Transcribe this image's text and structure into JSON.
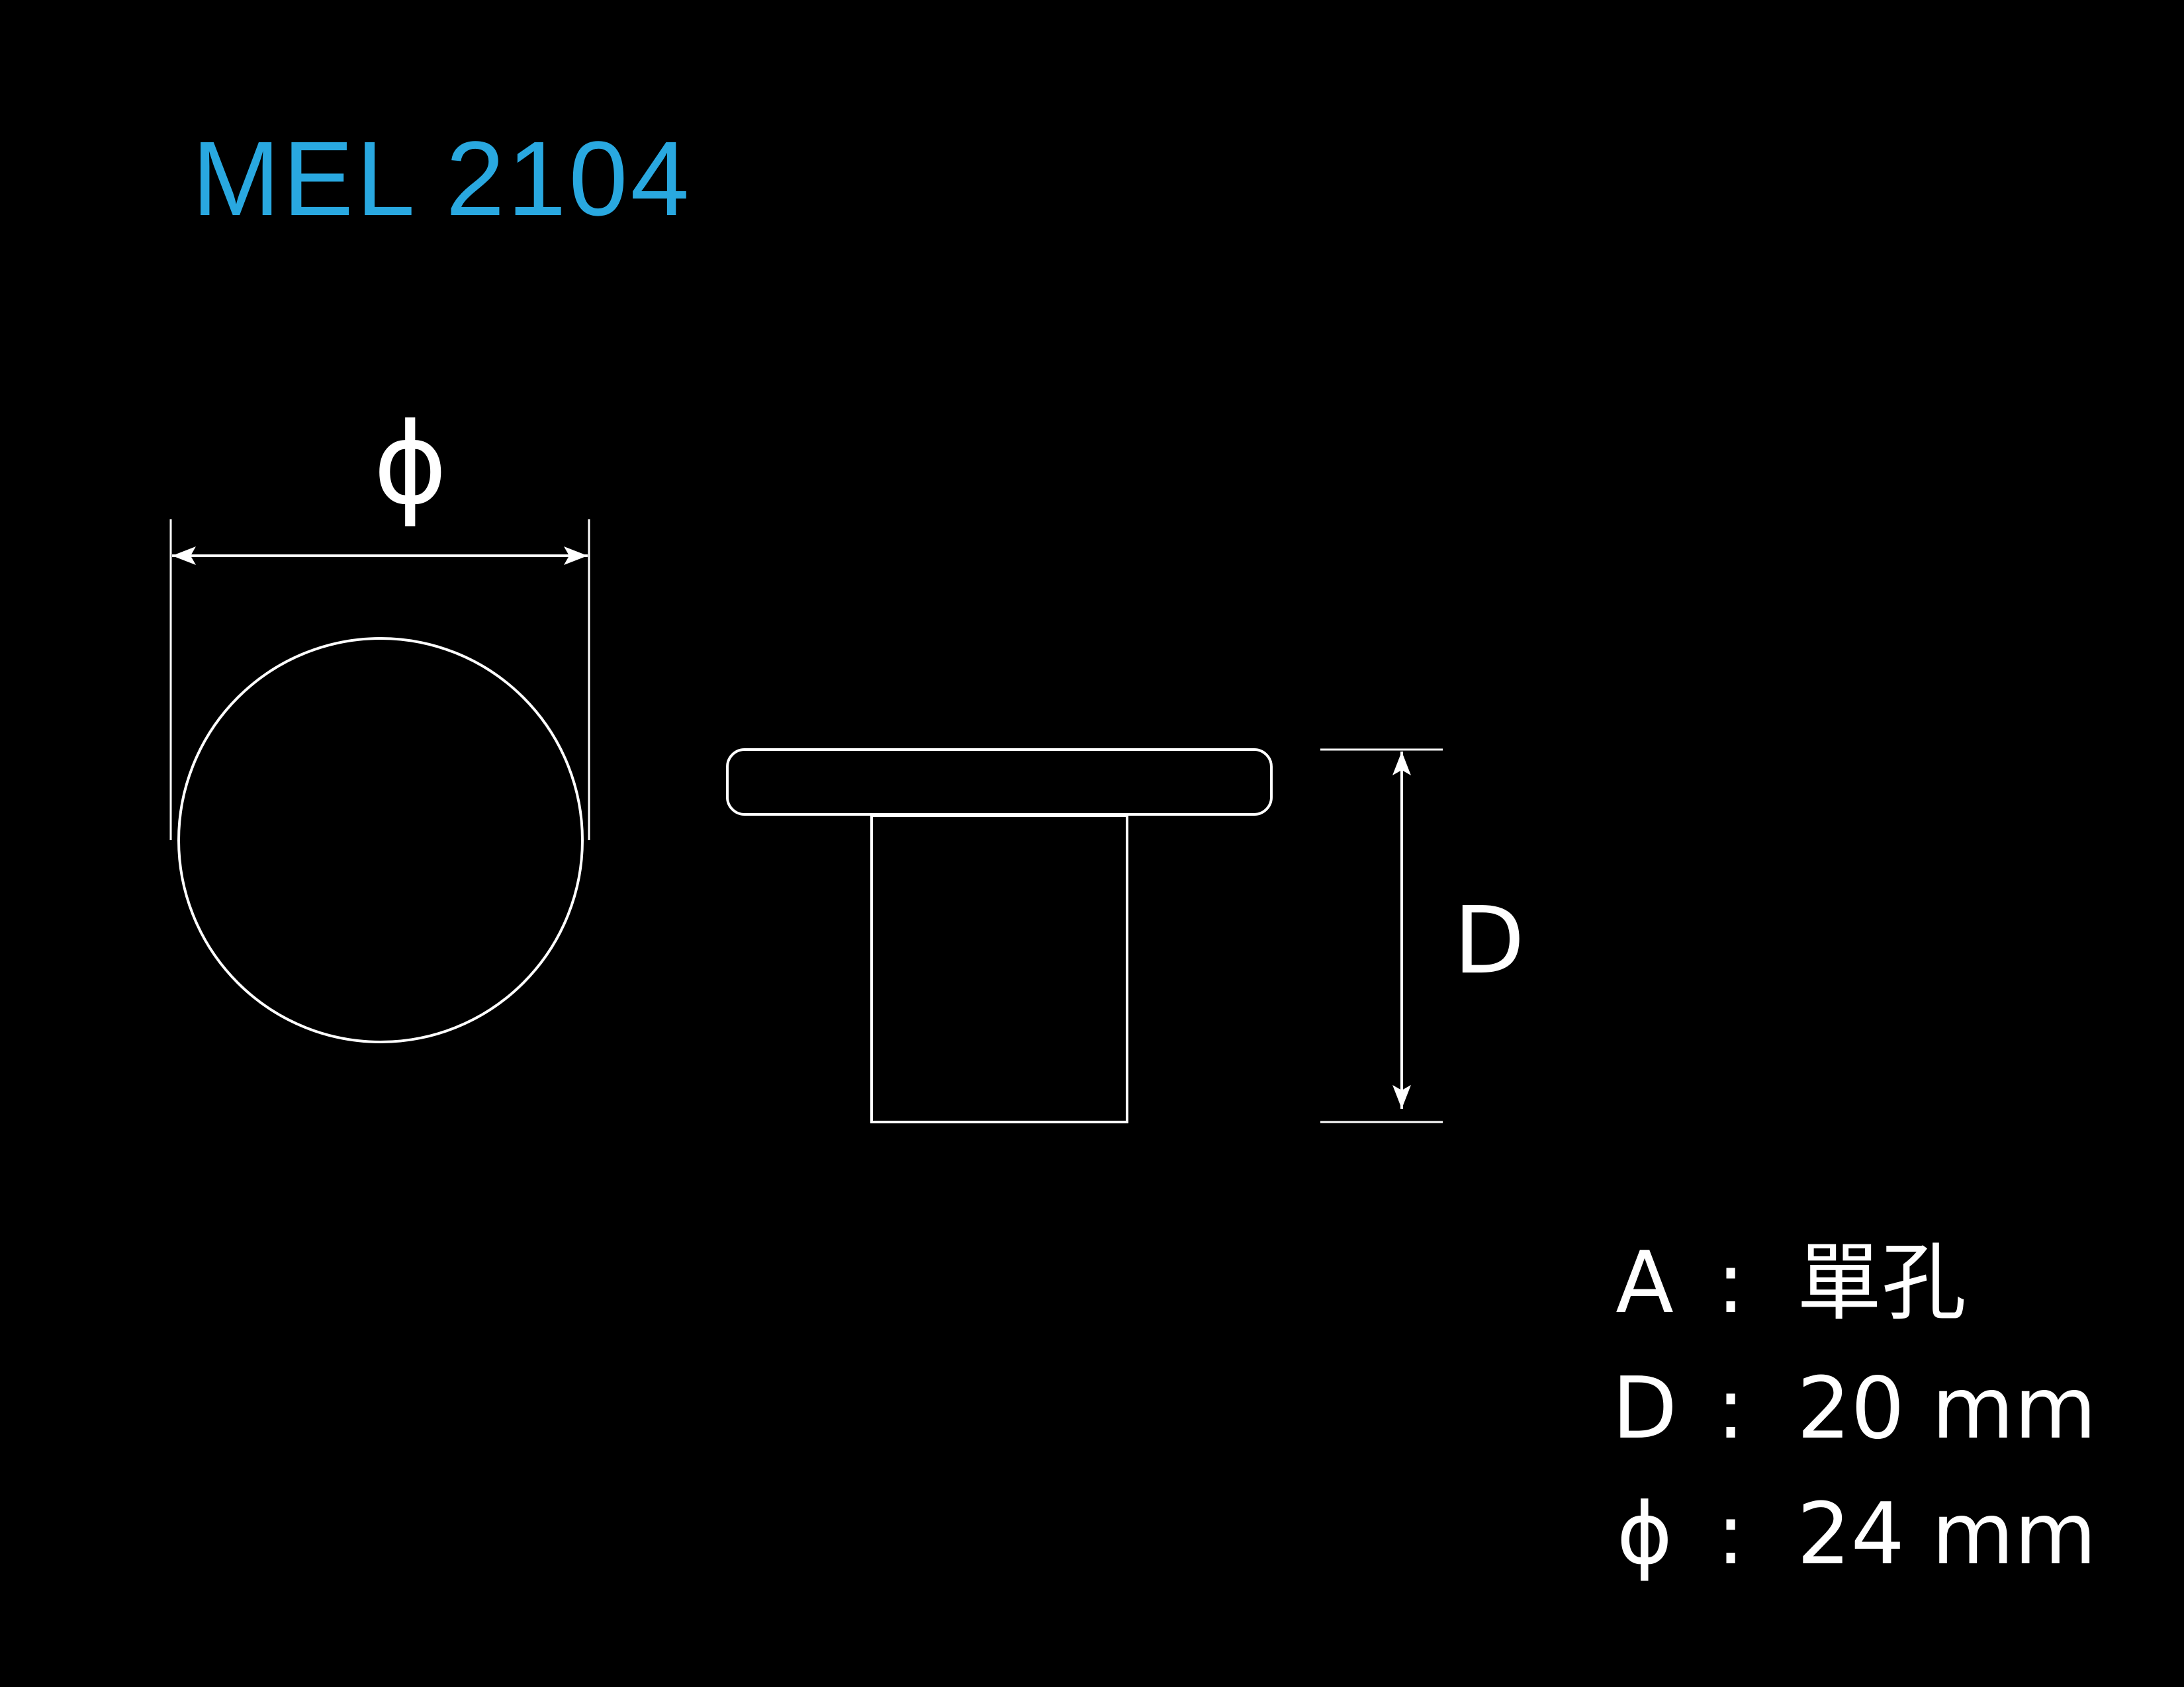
{
  "title": "MEL 2104",
  "colors": {
    "background": "#000000",
    "title": "#29a8e0",
    "lines": "#ffffff"
  },
  "drawing": {
    "diameter_symbol": "ϕ",
    "height_symbol": "D"
  },
  "specs": [
    {
      "key": "A",
      "sep": ":",
      "value": "單孔"
    },
    {
      "key": "D",
      "sep": ":",
      "value": "20 mm"
    },
    {
      "key": "ϕ",
      "sep": ":",
      "value": "24 mm"
    }
  ]
}
